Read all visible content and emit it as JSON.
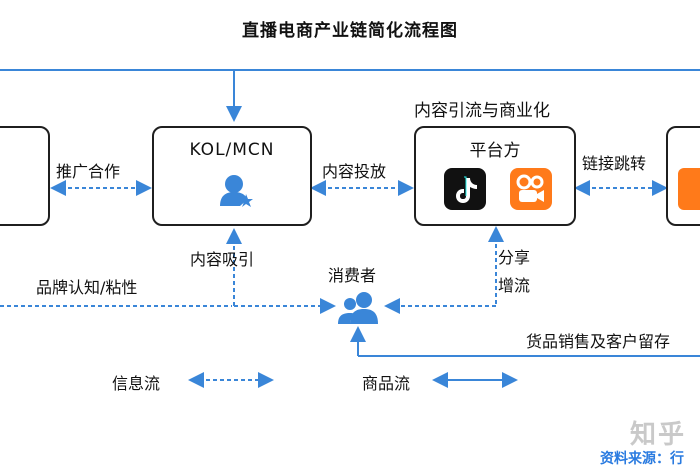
{
  "title": "直播电商产业链简化流程图",
  "nodes": {
    "kol": "KOL/MCN",
    "platform_header": "内容引流与商业化",
    "platform": "平台方",
    "consumer": "消费者"
  },
  "edges": {
    "promote_cooperate": "推广合作",
    "content_delivery": "内容投放",
    "link_redirect": "链接跳转",
    "content_attract": "内容吸引",
    "share_line1": "分享",
    "share_line2": "增流",
    "brand_awareness": "品牌认知/粘性",
    "goods_sales": "货品销售及客户留存"
  },
  "legend": {
    "info_flow": "信息流",
    "goods_flow": "商品流"
  },
  "watermark": "知乎",
  "source": "资料来源：行",
  "colors": {
    "arrow": "#3a86d8",
    "box_border": "#1f1f1f",
    "icon_blue": "#3a86d8",
    "tiktok_bg": "#111111",
    "kuaishou_bg": "#ff7a1a"
  }
}
